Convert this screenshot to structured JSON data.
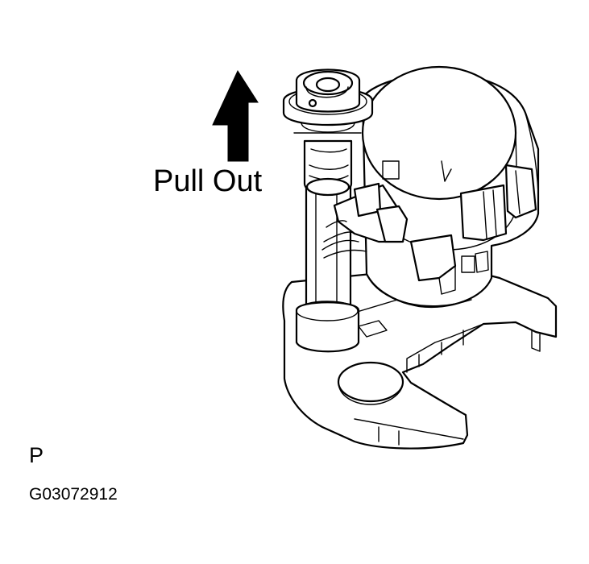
{
  "labels": {
    "action": "Pull Out",
    "view": "P",
    "figure_code": "G03072912"
  },
  "colors": {
    "line": "#000000",
    "background": "#ffffff"
  }
}
